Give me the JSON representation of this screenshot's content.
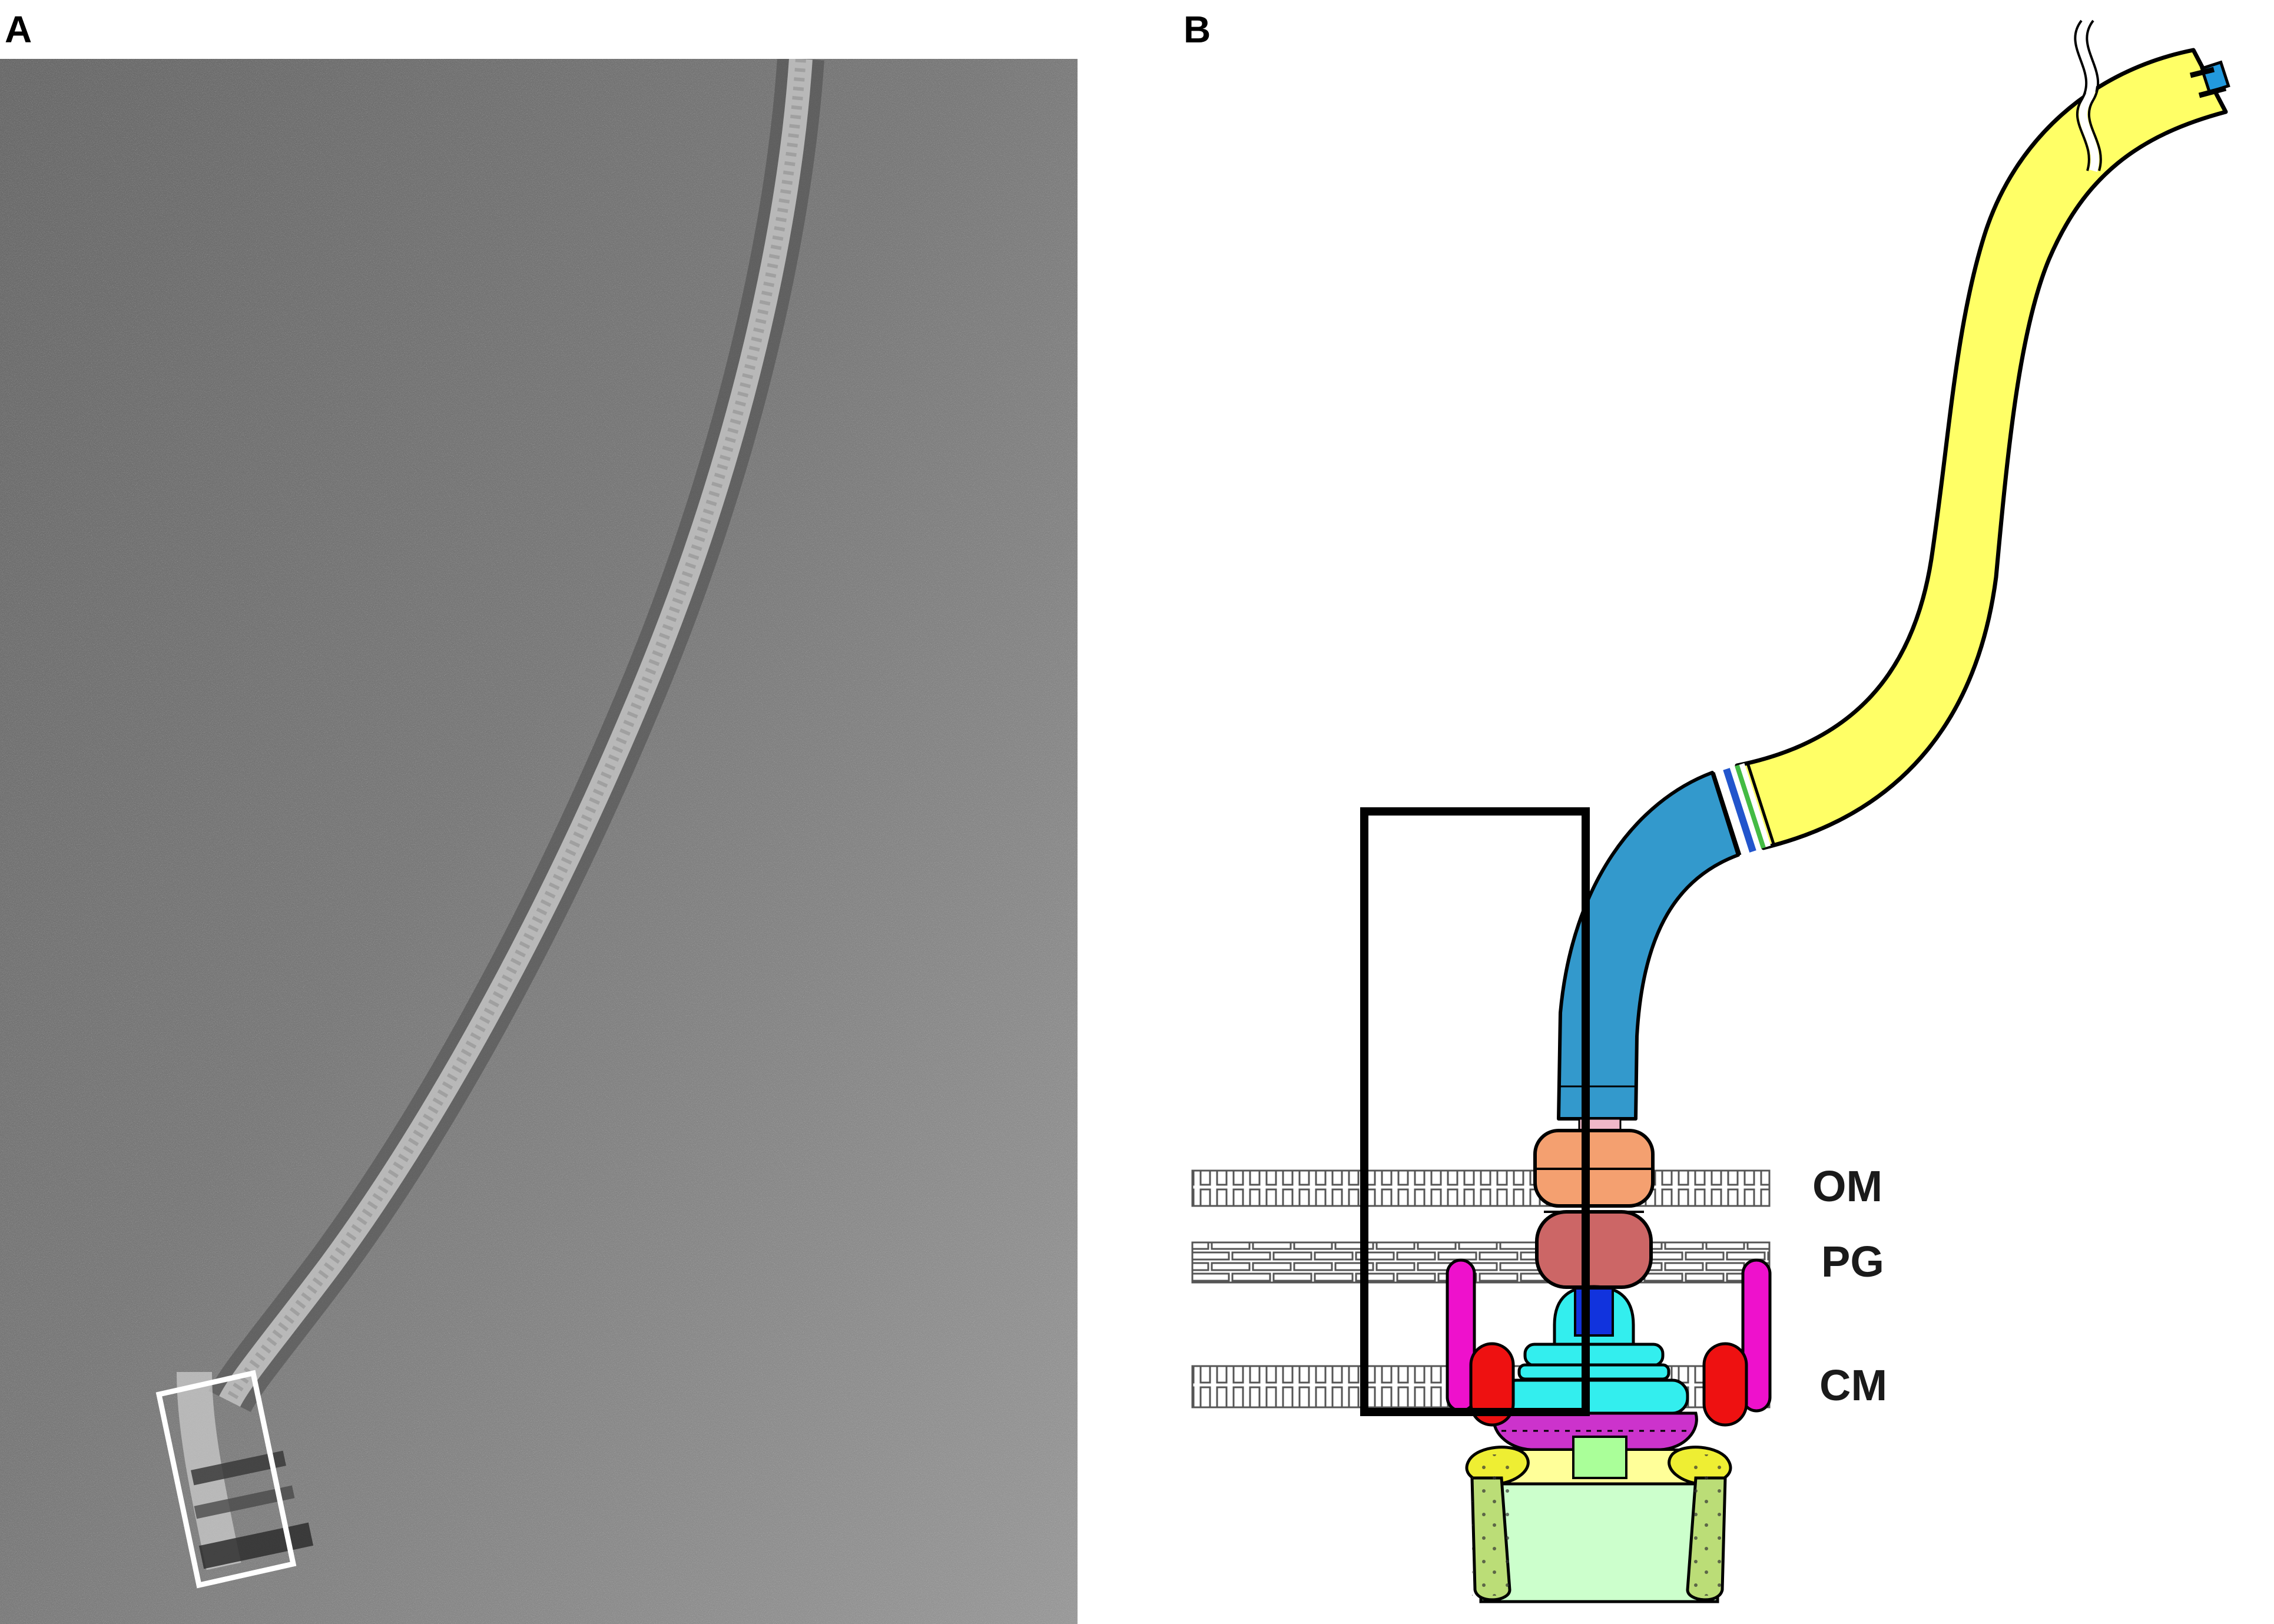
{
  "panels": {
    "a": {
      "letter": "A"
    },
    "b": {
      "letter": "B"
    }
  },
  "labels": {
    "outer_membrane": "OM",
    "peptidoglycan": "PG",
    "cytoplasmic_membrane": "CM"
  },
  "colors": {
    "filament": "#ffff66",
    "hook": "#3399cc",
    "hook_filament_junction_1": "#2255cc",
    "hook_filament_junction_2": "#44bb44",
    "cap": "#2299dd",
    "l_ring": "#f4a070",
    "p_ring": "#cc6666",
    "rod": "#1133dd",
    "ms_ring": "#33eeee",
    "stator_inner": "#ee1111",
    "stator_outer": "#ee11cc",
    "export_apparatus": "#cc33cc",
    "c_ring_top": "#ffff99",
    "c_ring": "#ccffcc",
    "c_ring_center": "#aaff99",
    "c_ring_side_yellow": "#eeee33",
    "c_ring_side_green": "#bbdd77",
    "membrane_stroke": "#555555",
    "selection_box_b": "#000000",
    "selection_box_a": "#ffffff"
  }
}
